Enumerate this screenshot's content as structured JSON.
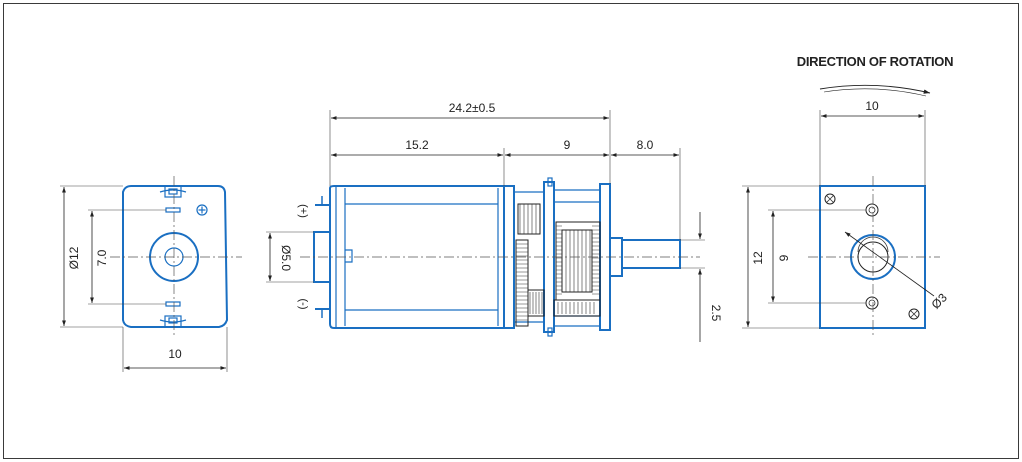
{
  "title": "DIRECTION OF ROTATION",
  "front_view": {
    "dia_outer": "Ø12",
    "dim_inner": "7.0",
    "width": "10"
  },
  "side_view": {
    "overall_length": "24.2±0.5",
    "motor_length": "15.2",
    "gearbox_length": "9",
    "shaft_length": "8.0",
    "boss_dia": "Ø5.0",
    "flat": "2.5",
    "terminal_pos": "(+)",
    "terminal_neg": "(-)"
  },
  "end_view": {
    "width": "10",
    "height": "12",
    "hole_spacing": "9",
    "shaft_dia": "Ø3"
  }
}
